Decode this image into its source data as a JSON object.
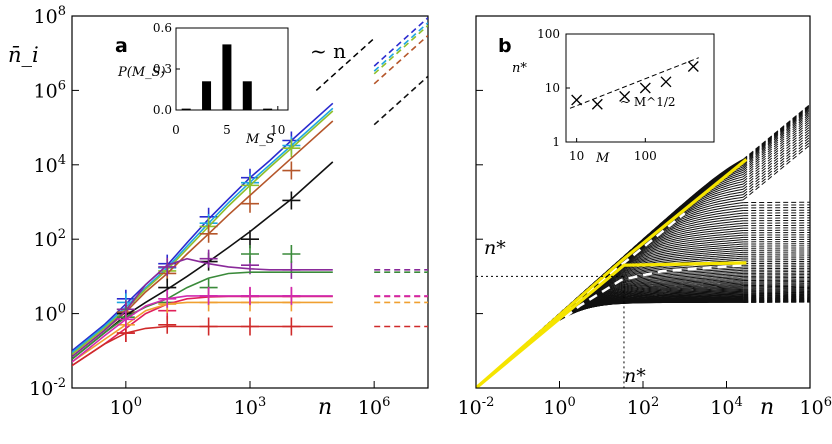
{
  "chart_data": [
    {
      "panel": "a",
      "type": "line",
      "xscale": "log",
      "yscale": "log",
      "xlim": [
        0.05,
        20000000
      ],
      "ylim": [
        0.01,
        100000000
      ],
      "xlabel": "n",
      "ylabel": "n̄_i",
      "xticks": [
        {
          "value": 1,
          "label": "10^0"
        },
        {
          "value": 1000,
          "label": "10^3"
        },
        {
          "value": 1000000,
          "label": "10^6"
        }
      ],
      "yticks": [
        {
          "value": 0.01,
          "label": "10^-2"
        },
        {
          "value": 1,
          "label": "10^0"
        },
        {
          "value": 100,
          "label": "10^2"
        },
        {
          "value": 10000,
          "label": "10^4"
        },
        {
          "value": 1000000,
          "label": "10^6"
        },
        {
          "value": 100000000,
          "label": "10^8"
        }
      ],
      "reference_line": {
        "label": "~ n",
        "x": [
          40000,
          1000000
        ],
        "y": [
          1000000,
          25000000
        ]
      },
      "marker_x": [
        1,
        10,
        100,
        1000,
        10000
      ],
      "series": [
        {
          "color": "#2b2bcf",
          "points": [
            [
              0.05,
              0.1
            ],
            [
              0.3,
              0.5
            ],
            [
              1,
              1.8
            ],
            [
              3,
              6
            ],
            [
              10,
              20
            ],
            [
              30,
              80
            ],
            [
              100,
              350
            ],
            [
              300,
              1200
            ],
            [
              1000,
              4500
            ],
            [
              3000,
              13000
            ],
            [
              10000,
              45000
            ],
            [
              100000,
              450000
            ],
            [
              1000000,
              4500000
            ],
            [
              20000000,
              90000000
            ]
          ],
          "markers": [
            2.5,
            22,
            400,
            4500,
            45000
          ],
          "dashed_from": 300000
        },
        {
          "color": "#1fa7e0",
          "points": [
            [
              0.05,
              0.09
            ],
            [
              0.3,
              0.45
            ],
            [
              1,
              1.5
            ],
            [
              3,
              5
            ],
            [
              10,
              17
            ],
            [
              30,
              65
            ],
            [
              100,
              270
            ],
            [
              300,
              950
            ],
            [
              1000,
              3400
            ],
            [
              3000,
              10000
            ],
            [
              10000,
              33000
            ],
            [
              100000,
              330000
            ],
            [
              1000000,
              3300000
            ],
            [
              20000000,
              66000000
            ]
          ],
          "markers": [
            2,
            17,
            270,
            3300,
            33000
          ],
          "dashed_from": 300000
        },
        {
          "color": "#8fbf2b",
          "points": [
            [
              0.05,
              0.08
            ],
            [
              0.3,
              0.4
            ],
            [
              1,
              1.3
            ],
            [
              3,
              4.5
            ],
            [
              10,
              15
            ],
            [
              30,
              55
            ],
            [
              100,
              220
            ],
            [
              300,
              780
            ],
            [
              1000,
              2800
            ],
            [
              3000,
              8500
            ],
            [
              10000,
              28000
            ],
            [
              100000,
              280000
            ],
            [
              1000000,
              2800000
            ],
            [
              20000000,
              56000000
            ]
          ],
          "markers": [
            1.3,
            14,
            220,
            2800,
            28000
          ],
          "dashed_from": 300000
        },
        {
          "color": "#b5562a",
          "points": [
            [
              0.05,
              0.07
            ],
            [
              0.3,
              0.35
            ],
            [
              1,
              1.1
            ],
            [
              3,
              3.8
            ],
            [
              10,
              12
            ],
            [
              30,
              40
            ],
            [
              100,
              140
            ],
            [
              300,
              450
            ],
            [
              1000,
              1500
            ],
            [
              3000,
              4500
            ],
            [
              10000,
              15000
            ],
            [
              100000,
              150000
            ],
            [
              1000000,
              1500000
            ],
            [
              20000000,
              30000000
            ]
          ],
          "markers": [
            1.1,
            12,
            140,
            900,
            7000
          ],
          "dashed_from": 300000
        },
        {
          "color": "#111111",
          "points": [
            [
              0.05,
              0.06
            ],
            [
              0.3,
              0.3
            ],
            [
              1,
              0.9
            ],
            [
              3,
              2
            ],
            [
              10,
              4.5
            ],
            [
              30,
              10
            ],
            [
              100,
              25
            ],
            [
              300,
              60
            ],
            [
              1000,
              160
            ],
            [
              3000,
              420
            ],
            [
              10000,
              1200
            ],
            [
              100000,
              12000
            ],
            [
              1000000,
              120000
            ],
            [
              20000000,
              2400000
            ]
          ],
          "markers": [
            1,
            5,
            25,
            100,
            1100
          ],
          "dashed_from": 300000
        },
        {
          "color": "#8a2a9a",
          "points": [
            [
              0.05,
              0.07
            ],
            [
              0.3,
              0.35
            ],
            [
              1,
              1.2
            ],
            [
              3,
              6
            ],
            [
              10,
              20
            ],
            [
              30,
              30
            ],
            [
              100,
              22
            ],
            [
              300,
              18
            ],
            [
              1000,
              16
            ],
            [
              3000,
              15
            ],
            [
              10000,
              15
            ],
            [
              100000,
              15
            ],
            [
              1000000,
              15
            ],
            [
              20000000,
              15
            ]
          ],
          "markers": [
            1.3,
            18,
            30,
            20,
            15
          ],
          "dashed_from": 300000
        },
        {
          "color": "#3a8a3a",
          "points": [
            [
              0.05,
              0.06
            ],
            [
              0.3,
              0.3
            ],
            [
              1,
              0.8
            ],
            [
              3,
              1.5
            ],
            [
              10,
              2.5
            ],
            [
              30,
              5
            ],
            [
              100,
              9
            ],
            [
              300,
              12
            ],
            [
              1000,
              13
            ],
            [
              3000,
              13
            ],
            [
              10000,
              13
            ],
            [
              100000,
              13
            ],
            [
              1000000,
              13
            ],
            [
              20000000,
              13
            ]
          ],
          "markers": [
            0.8,
            2,
            5,
            40,
            40
          ],
          "dashed_from": 300000
        },
        {
          "color": "#e0205a",
          "points": [
            [
              0.05,
              0.04
            ],
            [
              0.3,
              0.15
            ],
            [
              1,
              0.4
            ],
            [
              3,
              1
            ],
            [
              10,
              1.8
            ],
            [
              30,
              2.5
            ],
            [
              100,
              2.8
            ],
            [
              300,
              2.9
            ],
            [
              1000,
              2.9
            ],
            [
              3000,
              2.9
            ],
            [
              10000,
              2.9
            ],
            [
              100000,
              2.9
            ],
            [
              1000000,
              2.9
            ],
            [
              20000000,
              2.9
            ]
          ],
          "markers": [
            0.3,
            1.2,
            2.9,
            2.9,
            2.9
          ],
          "dashed_from": 300000
        },
        {
          "color": "#f0a030",
          "points": [
            [
              0.05,
              0.05
            ],
            [
              0.3,
              0.2
            ],
            [
              1,
              0.5
            ],
            [
              3,
              1.2
            ],
            [
              10,
              1.8
            ],
            [
              30,
              2
            ],
            [
              100,
              2
            ],
            [
              300,
              2
            ],
            [
              1000,
              2
            ],
            [
              3000,
              2
            ],
            [
              10000,
              2
            ],
            [
              100000,
              2
            ],
            [
              1000000,
              2
            ],
            [
              20000000,
              2
            ]
          ],
          "markers": [
            0.5,
            1.8,
            2,
            2,
            2
          ],
          "dashed_from": 300000
        },
        {
          "color": "#cf2a2a",
          "points": [
            [
              0.05,
              0.04
            ],
            [
              0.3,
              0.15
            ],
            [
              1,
              0.3
            ],
            [
              3,
              0.4
            ],
            [
              10,
              0.45
            ],
            [
              30,
              0.45
            ],
            [
              100,
              0.45
            ],
            [
              300,
              0.45
            ],
            [
              1000,
              0.45
            ],
            [
              3000,
              0.45
            ],
            [
              10000,
              0.45
            ],
            [
              100000,
              0.45
            ],
            [
              1000000,
              0.45
            ],
            [
              20000000,
              0.45
            ]
          ],
          "markers": [
            0.3,
            0.5,
            0.45,
            0.45,
            0.45
          ],
          "dashed_from": 300000
        },
        {
          "color": "#d02ab0",
          "points": [
            [
              0.05,
              0.05
            ],
            [
              0.3,
              0.25
            ],
            [
              1,
              0.7
            ],
            [
              3,
              1.6
            ],
            [
              10,
              2.5
            ],
            [
              30,
              3
            ],
            [
              100,
              3
            ],
            [
              300,
              3
            ],
            [
              1000,
              3
            ],
            [
              3000,
              3
            ],
            [
              10000,
              3
            ],
            [
              100000,
              3
            ],
            [
              1000000,
              3
            ],
            [
              20000000,
              3
            ]
          ],
          "markers": [
            0.7,
            2.5,
            3,
            3,
            3
          ],
          "dashed_from": 300000
        }
      ],
      "inset": {
        "type": "bar",
        "xlabel": "M_S",
        "ylabel": "P(M_S)",
        "xlim": [
          0,
          11
        ],
        "ylim": [
          0,
          0.6
        ],
        "xticks": [
          0,
          5,
          10
        ],
        "yticks": [
          {
            "value": 0.0,
            "label": "0.0"
          },
          {
            "value": 0.3,
            "label": "0.3"
          },
          {
            "value": 0.6,
            "label": "0.6"
          }
        ],
        "x": [
          1,
          3,
          5,
          7,
          9
        ],
        "values": [
          0.01,
          0.21,
          0.48,
          0.21,
          0.01
        ]
      }
    },
    {
      "panel": "b",
      "type": "line",
      "xscale": "log",
      "yscale": "log",
      "xlim": [
        0.01,
        1000000
      ],
      "ylim": [
        0.01,
        100000000
      ],
      "xlabel": "n",
      "xticks": [
        {
          "value": 0.01,
          "label": "10^-2"
        },
        {
          "value": 1,
          "label": "10^0"
        },
        {
          "value": 100,
          "label": "10^2"
        },
        {
          "value": 10000,
          "label": "10^4"
        },
        {
          "value": 1000000,
          "label": "10^6"
        }
      ],
      "threshold_label": "n*",
      "threshold": {
        "x": 35,
        "y": 10
      },
      "highlight_series": [
        {
          "color": "#f5e400",
          "points": [
            [
              0.01,
              0.01
            ],
            [
              35,
              30
            ],
            [
              30000,
              14000
            ]
          ]
        },
        {
          "color": "#f5e400",
          "points": [
            [
              0.01,
              0.01
            ],
            [
              35,
              20
            ],
            [
              30000,
              23
            ]
          ]
        }
      ],
      "dashed_white_series": [
        {
          "points": [
            [
              0.1,
              0.1
            ],
            [
              3,
              2.5
            ],
            [
              20,
              14
            ],
            [
              100,
              60
            ],
            [
              1000,
              500
            ]
          ]
        },
        {
          "points": [
            [
              0.1,
              0.08
            ],
            [
              3,
              1.6
            ],
            [
              30,
              8
            ],
            [
              300,
              14
            ],
            [
              30000,
              20
            ]
          ]
        }
      ],
      "inset": {
        "type": "scatter",
        "xscale": "log",
        "yscale": "log",
        "xlim": [
          7,
          1000
        ],
        "ylim": [
          1,
          100
        ],
        "xlabel": "M",
        "ylabel": "n*",
        "xticks": [
          {
            "value": 10,
            "label": "10"
          },
          {
            "value": 100,
            "label": "100"
          }
        ],
        "yticks": [
          {
            "value": 1,
            "label": "1"
          },
          {
            "value": 10,
            "label": "10"
          },
          {
            "value": 100,
            "label": "100"
          }
        ],
        "x": [
          10,
          20,
          50,
          100,
          200,
          500
        ],
        "y": [
          6,
          5,
          7,
          10,
          13,
          25
        ],
        "fit_label": "~ M^1/2"
      }
    }
  ]
}
